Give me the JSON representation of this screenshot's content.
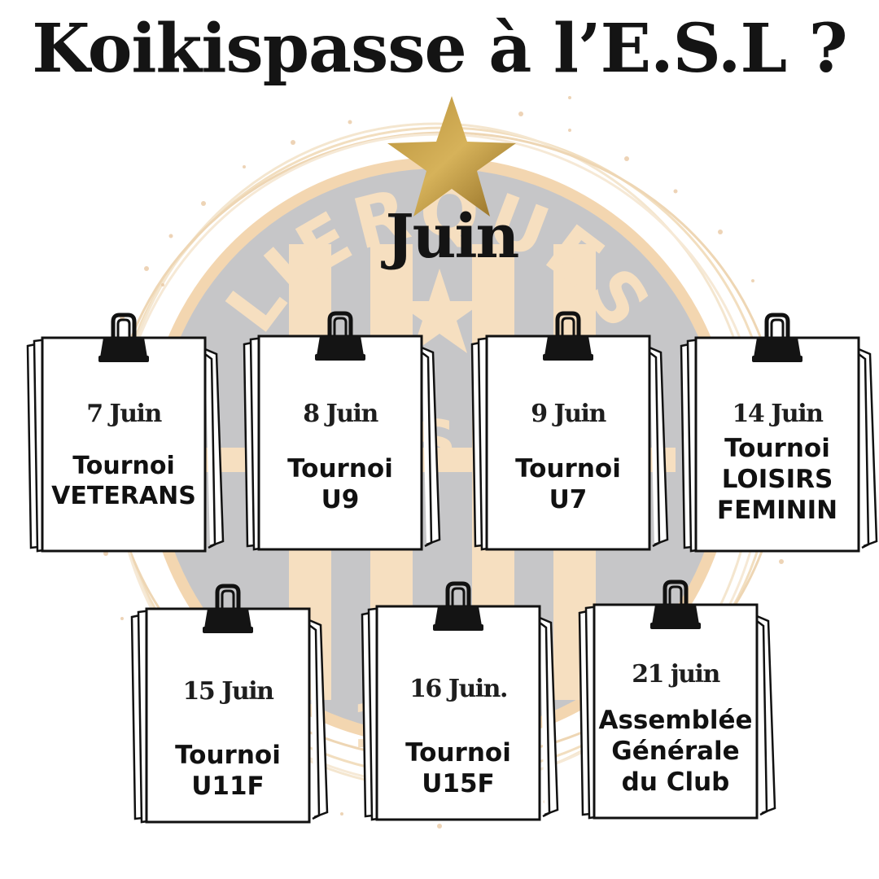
{
  "header": {
    "title": "Koikispasse à l’E.S.L ?",
    "month": "Juin"
  },
  "logo": {
    "club_name": "LIERQUES",
    "initials": "E.S.L",
    "year": "1938",
    "colors": {
      "stripes": "#f6dfc0",
      "disc": "#c6c6c8",
      "accent": "#e9b981"
    }
  },
  "icons": {
    "star": "gold-star-icon",
    "clip": "binder-clip-icon"
  },
  "events": [
    {
      "date": "7 Juin",
      "lines": [
        "Tournoi",
        "VETERANS"
      ]
    },
    {
      "date": "8 Juin",
      "lines": [
        "Tournoi",
        "U9"
      ]
    },
    {
      "date": "9 Juin",
      "lines": [
        "Tournoi",
        "U7"
      ]
    },
    {
      "date": "14  Juin",
      "lines": [
        "Tournoi",
        "LOISIRS",
        "FEMININ"
      ]
    },
    {
      "date": "15 Juin",
      "lines": [
        "Tournoi",
        "U11F"
      ]
    },
    {
      "date": "16 Juin.",
      "lines": [
        "Tournoi",
        "U15F"
      ]
    },
    {
      "date": "21 juin",
      "lines": [
        "Assemblée",
        "Générale",
        "du Club"
      ]
    }
  ]
}
